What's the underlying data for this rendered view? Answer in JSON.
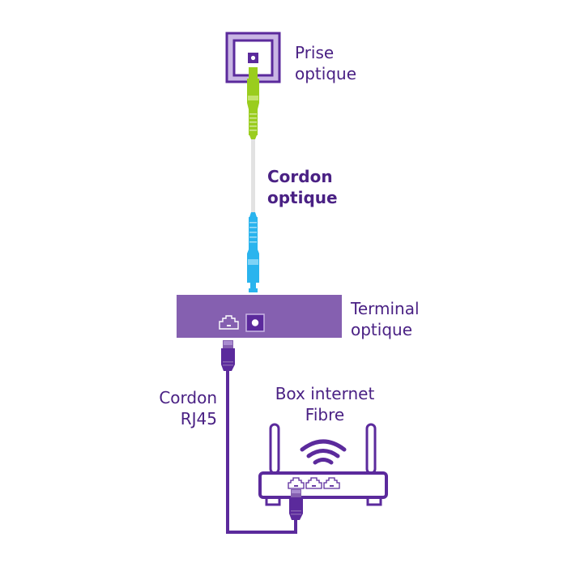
{
  "colors": {
    "purple_dark": "#4a2184",
    "purple_stroke": "#5b2a9c",
    "terminal_fill": "#8560b0",
    "socket_frame": "#c9b6e4",
    "green_connector": "#9acd1e",
    "blue_connector": "#2ab4ee",
    "fiber_cable": "#e2e2e2"
  },
  "labels": {
    "prise": {
      "line1": "Prise",
      "line2": "optique"
    },
    "cordon_optique": {
      "line1": "Cordon",
      "line2": "optique"
    },
    "terminal": {
      "line1": "Terminal",
      "line2": "optique"
    },
    "cordon_rj45": {
      "line1": "Cordon",
      "line2": "RJ45"
    },
    "box": {
      "line1": "Box internet",
      "line2": "Fibre"
    }
  },
  "components": [
    {
      "id": "prise-optique",
      "type": "wall-socket"
    },
    {
      "id": "cordon-optique",
      "type": "fiber-cable",
      "connectors": [
        "green-sc-apc",
        "blue-sc-upc"
      ]
    },
    {
      "id": "terminal-optique",
      "type": "ont",
      "ports": [
        "ethernet",
        "fiber"
      ]
    },
    {
      "id": "cordon-rj45",
      "type": "ethernet-cable"
    },
    {
      "id": "box-internet-fibre",
      "type": "router",
      "ethernet_ports": 3,
      "wifi": true
    }
  ],
  "connections": [
    {
      "from": "prise-optique",
      "to": "terminal-optique",
      "via": "cordon-optique"
    },
    {
      "from": "terminal-optique",
      "to": "box-internet-fibre",
      "via": "cordon-rj45"
    }
  ]
}
